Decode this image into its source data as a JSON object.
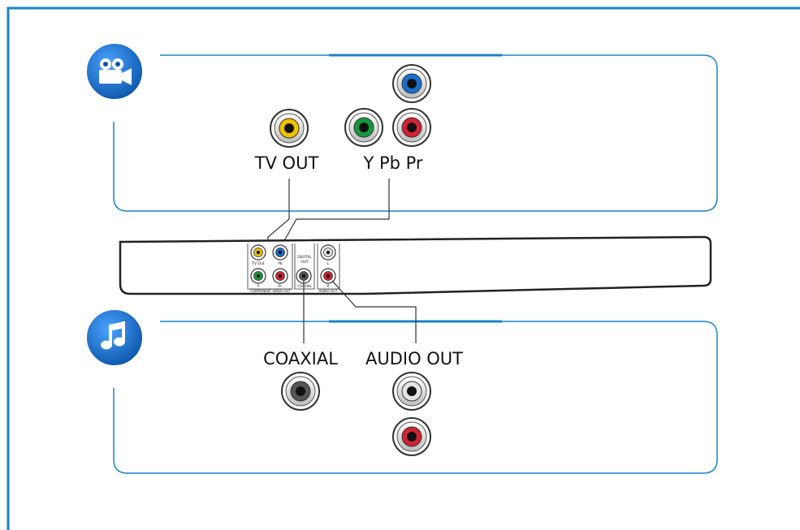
{
  "video_section": {
    "icon": "video-camera-icon",
    "labels": {
      "tv_out": "TV OUT",
      "component": "Y Pb Pr"
    }
  },
  "audio_section": {
    "icon": "music-note-icon",
    "labels": {
      "coaxial": "COAXIAL",
      "audio_out": "AUDIO OUT"
    }
  },
  "player_panel": {
    "tv_out": "TV Out",
    "pb": "Pb",
    "y": "Y",
    "pr": "Pr",
    "component_video_out": "COMPONENT VIDEO OUT",
    "digital_out": "DIGITAL",
    "digital_out_2": "OUT",
    "coaxial": "COAXIAL",
    "l": "L",
    "r": "R",
    "audio_out": "AUDIO OUT"
  },
  "colors": {
    "frame": "#1a84c6",
    "badge": "#1a6fc0",
    "yellow": "#f2c200",
    "green": "#159a3a",
    "blue": "#1a6fcf",
    "red": "#d42232",
    "white": "#e4e4e4",
    "gray": "#555555"
  }
}
